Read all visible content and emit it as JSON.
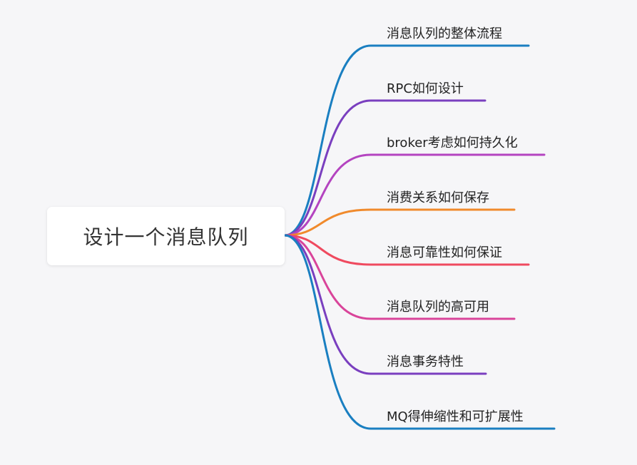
{
  "root": {
    "label": "设计一个消息队列"
  },
  "branches": [
    {
      "label": "消息队列的整体流程",
      "color": "#1a7fc1"
    },
    {
      "label": "RPC如何设计",
      "color": "#7a3fbf"
    },
    {
      "label": "broker考虑如何持久化",
      "color": "#b444c0"
    },
    {
      "label": "消费关系如何保存",
      "color": "#f08a2c"
    },
    {
      "label": "消息可靠性如何保证",
      "color": "#ef4a5f"
    },
    {
      "label": "消息队列的高可用",
      "color": "#d9449a"
    },
    {
      "label": "消息事务特性",
      "color": "#7a3fbf"
    },
    {
      "label": "MQ得伸缩性和可扩展性",
      "color": "#1a7fc1"
    }
  ]
}
